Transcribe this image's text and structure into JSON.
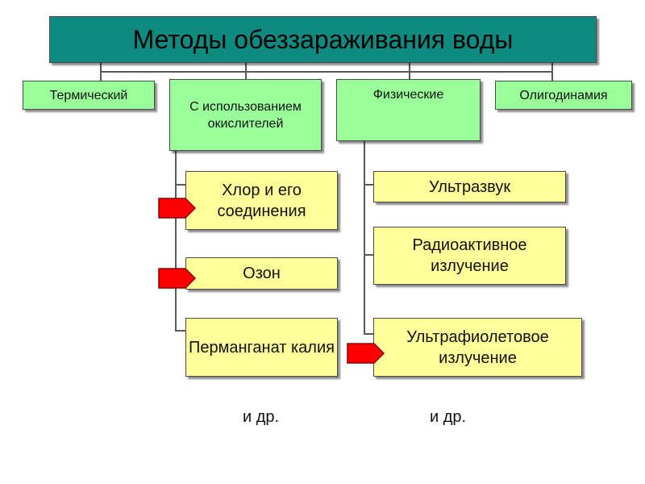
{
  "title": "Методы обеззараживания воды",
  "categories": {
    "thermal": "Термический",
    "oxidizers": "С использованием окислителей",
    "physical": "Физические",
    "oligodynamy": "Олигодинамия"
  },
  "oxidizer_items": [
    "Хлор и его соединения",
    "Озон",
    "Перманганат калия"
  ],
  "physical_items": [
    "Ультразвук",
    "Радиоактивное излучение",
    "Ультрафиолетовое излучение"
  ],
  "notes": {
    "oxidizers_more": "и др.",
    "physical_more": "и др."
  },
  "colors": {
    "title_fill": "#0e8a80",
    "category_fill": "#99ff99",
    "item_fill": "#ffff99",
    "highlight_arrow": "#ff0000"
  },
  "highlighted": [
    "Хлор и его соединения",
    "Озон",
    "Ультрафиолетовое излучение"
  ]
}
